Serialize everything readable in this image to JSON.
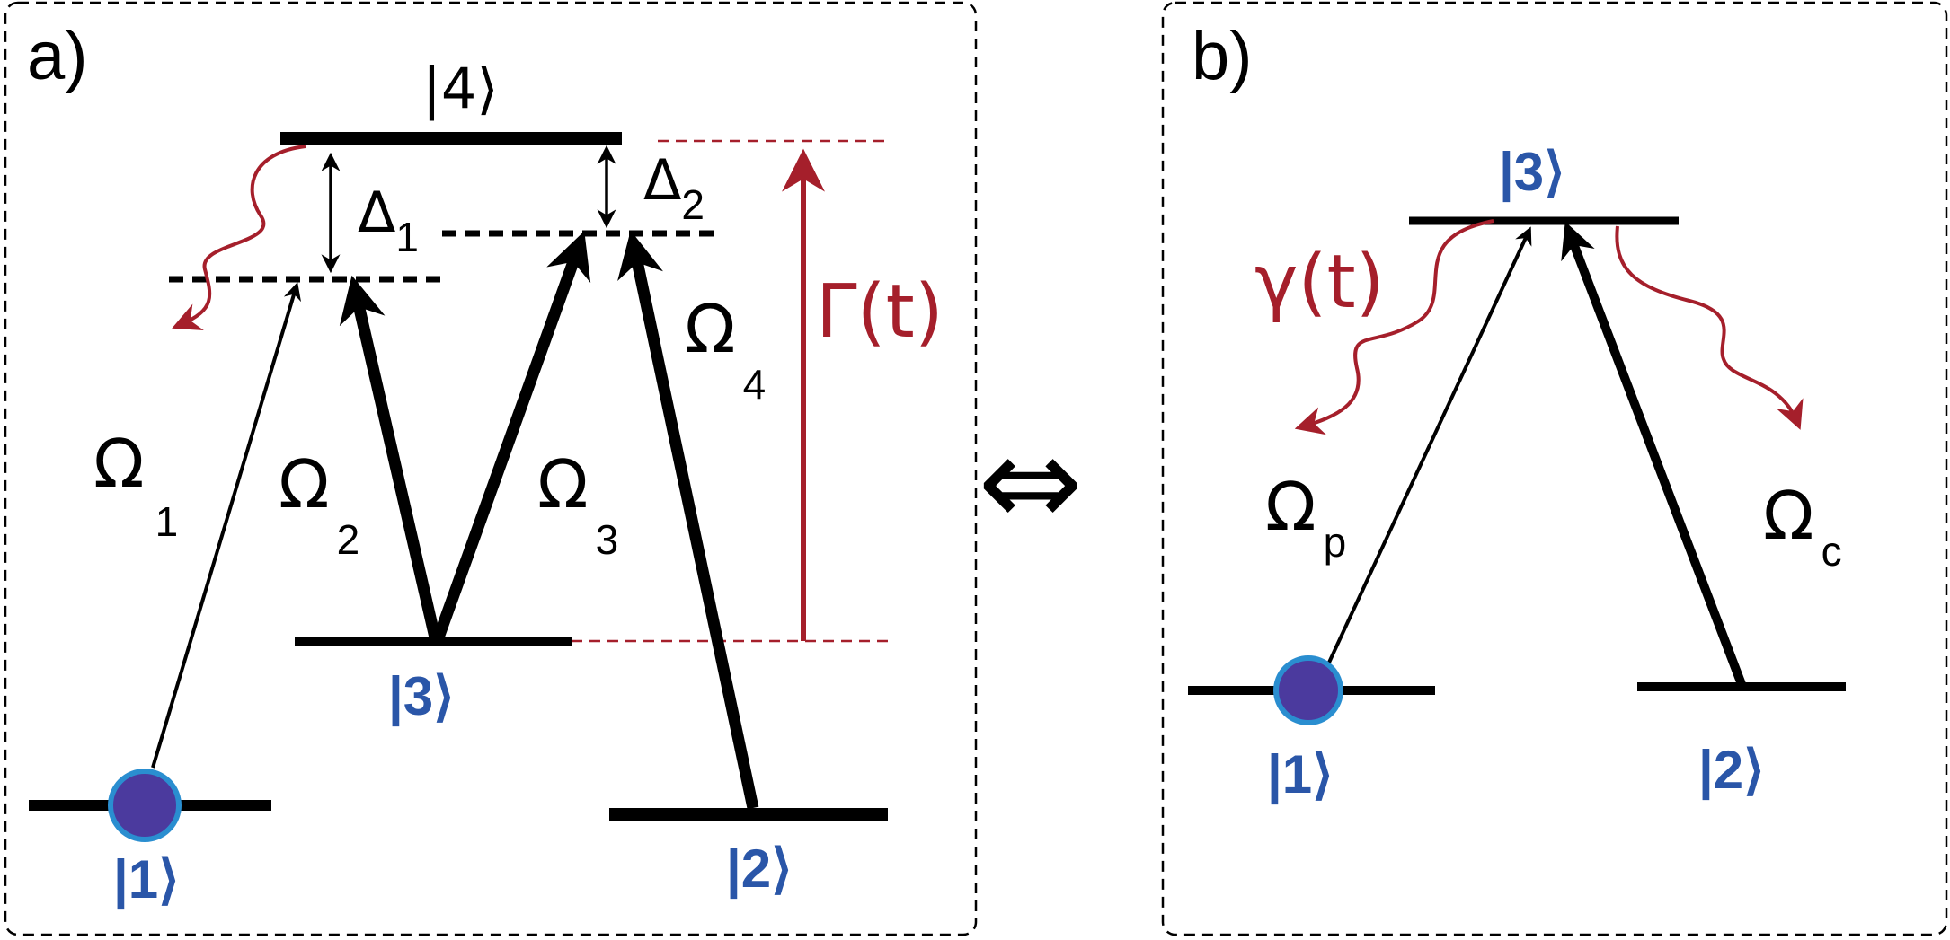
{
  "colors": {
    "black": "#000000",
    "blue": "#2a56a8",
    "red": "#a51f2b",
    "atom_fill": "#4b3a9e",
    "atom_ring": "#2a8ed0"
  },
  "panel_a": {
    "label": "a)",
    "ket4": "|4⟩",
    "ket3": "|3⟩",
    "ket1": "|1⟩",
    "ket2": "|2⟩",
    "delta1": {
      "symbol": "Δ",
      "sub": "1"
    },
    "delta2": {
      "symbol": "Δ",
      "sub": "2"
    },
    "omega1": {
      "symbol": "Ω",
      "sub": "1"
    },
    "omega2": {
      "symbol": "Ω",
      "sub": "2"
    },
    "omega3": {
      "symbol": "Ω",
      "sub": "3"
    },
    "omega4": {
      "symbol": "Ω",
      "sub": "4"
    },
    "gamma": "Γ(t)"
  },
  "equivalence": "⇔",
  "panel_b": {
    "label": "b)",
    "ket3": "|3⟩",
    "ket1": "|1⟩",
    "ket2": "|2⟩",
    "gamma": "γ(t)",
    "omega_p": {
      "symbol": "Ω",
      "sub": "p"
    },
    "omega_c": {
      "symbol": "Ω",
      "sub": "c"
    }
  }
}
